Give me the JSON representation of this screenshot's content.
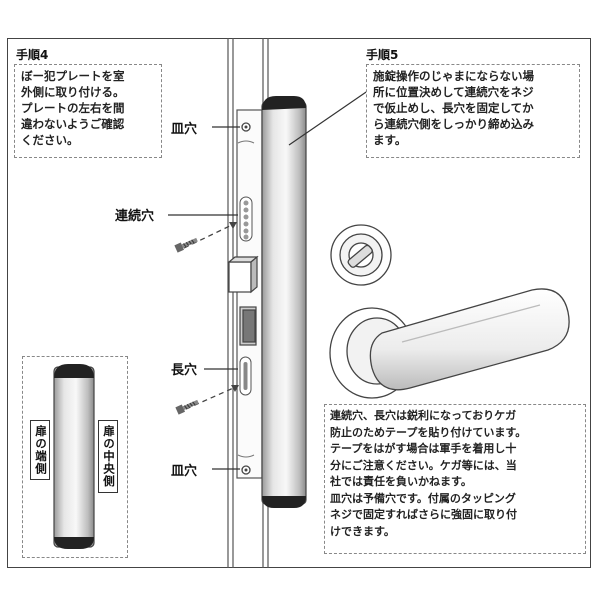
{
  "step4": {
    "heading": "手順4",
    "note_lines": [
      "ぼー犯プレートを室",
      "外側に取り付ける。",
      "プレートの左右を間",
      "違わないようご確認",
      "ください。"
    ]
  },
  "step5": {
    "heading": "手順5",
    "note_lines": [
      "施錠操作のじゃまにならない場",
      "所に位置決めして連続穴をネジ",
      "で仮止めし、長穴を固定してか",
      "ら連続穴側をしっかり締め込み",
      "ます。"
    ]
  },
  "labels": {
    "countersink_top": "皿穴",
    "continuous_holes": "連続穴",
    "slot_hole": "長穴",
    "countersink_bottom": "皿穴"
  },
  "side_labels": {
    "door_edge": "扉の端側",
    "door_center": "扉の中央側"
  },
  "caution": {
    "lines": [
      "連続穴、長穴は鋭利になっておりケガ",
      "防止のためテープを貼り付けています。",
      "テープをはがす場合は軍手を着用し十",
      "分にご注意ください。ケガ等には、当",
      "社では責任を負いかねます。",
      "皿穴は予備穴です。付属のタッピング",
      "ネジで固定すればさらに強固に取り付",
      "けできます。"
    ]
  }
}
